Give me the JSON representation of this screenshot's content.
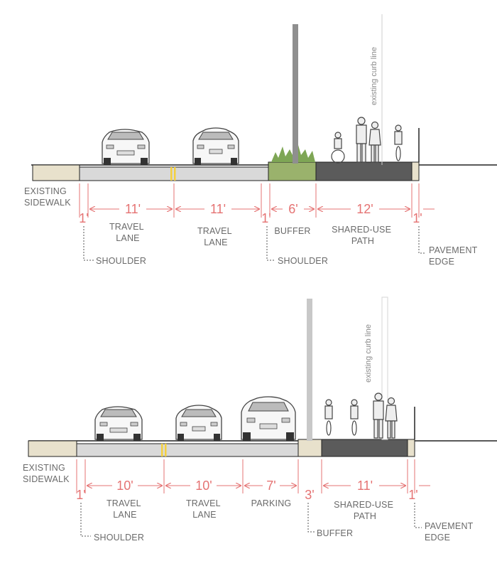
{
  "sections": [
    {
      "curb_label": "existing curb line",
      "dims": [
        {
          "key": "shoulder_left",
          "text": "1'"
        },
        {
          "key": "lane1",
          "text": "11'"
        },
        {
          "key": "lane2",
          "text": "11'"
        },
        {
          "key": "shoulder_right",
          "text": "1'"
        },
        {
          "key": "buffer",
          "text": "6'"
        },
        {
          "key": "path",
          "text": "12'"
        },
        {
          "key": "edge",
          "text": "1'"
        }
      ],
      "labels": {
        "sidewalk": [
          "EXISTING",
          "SIDEWALK"
        ],
        "lane1": [
          "TRAVEL",
          "LANE"
        ],
        "lane2": [
          "TRAVEL",
          "LANE"
        ],
        "buffer": [
          "BUFFER"
        ],
        "path": [
          "SHARED-USE",
          "PATH"
        ],
        "pavement_edge": [
          "PAVEMENT",
          "EDGE"
        ],
        "shoulder_left": "SHOULDER",
        "shoulder_right": "SHOULDER"
      }
    },
    {
      "curb_label": "existing curb line",
      "dims": [
        {
          "key": "shoulder",
          "text": "1'"
        },
        {
          "key": "lane1",
          "text": "10'"
        },
        {
          "key": "lane2",
          "text": "10'"
        },
        {
          "key": "parking",
          "text": "7'"
        },
        {
          "key": "buffer",
          "text": "3'"
        },
        {
          "key": "path",
          "text": "11'"
        },
        {
          "key": "edge",
          "text": "1'"
        }
      ],
      "labels": {
        "sidewalk": [
          "EXISTING",
          "SIDEWALK"
        ],
        "lane1": [
          "TRAVEL",
          "LANE"
        ],
        "lane2": [
          "TRAVEL",
          "LANE"
        ],
        "parking": [
          "PARKING"
        ],
        "path": [
          "SHARED-USE",
          "PATH"
        ],
        "pavement_edge": [
          "PAVEMENT",
          "EDGE"
        ],
        "shoulder": "SHOULDER",
        "buffer": "BUFFER"
      }
    }
  ],
  "colors": {
    "sidewalk": "#e8e1cc",
    "lane": "#d9d9d9",
    "path": "#5b5b5b",
    "buffer_grass": "#9ab26c",
    "pole": "#8f8f8f",
    "dim_red": "#e57373",
    "stripe_yellow": "#f4d03f",
    "label_gray": "#6a6a6a"
  }
}
